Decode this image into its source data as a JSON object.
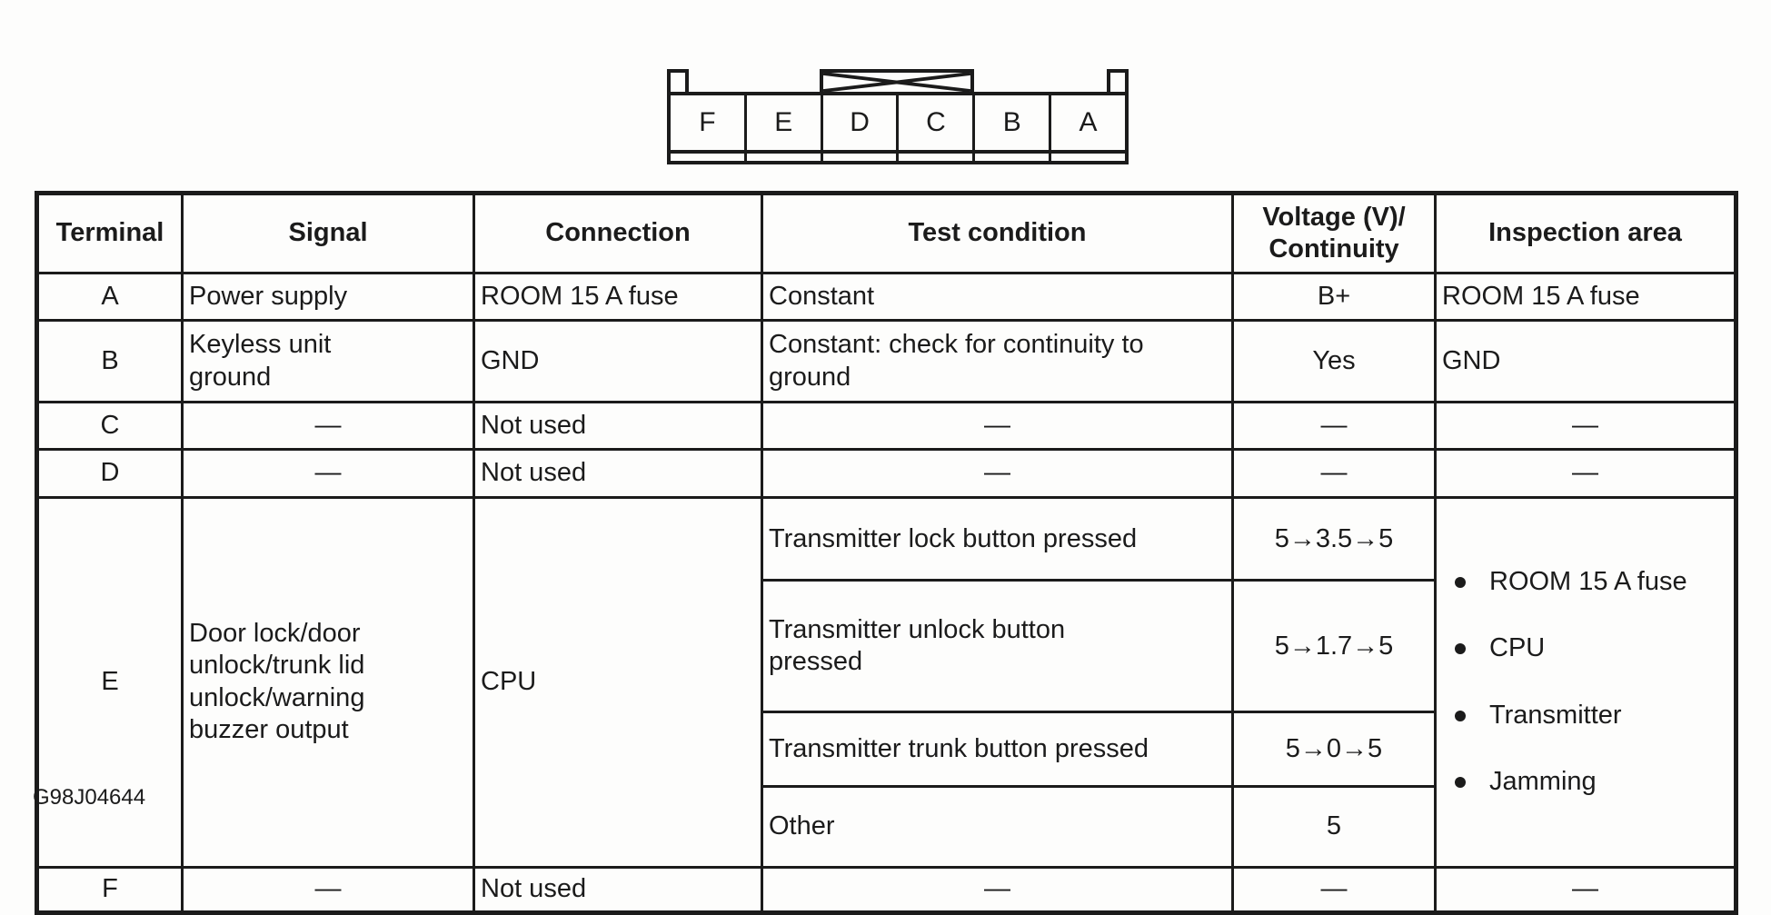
{
  "figure": {
    "code": "G98J04644"
  },
  "colors": {
    "ink": "#1b1b1b",
    "paper": "#fdfdfc"
  },
  "connector": {
    "terminals": [
      "F",
      "E",
      "D",
      "C",
      "B",
      "A"
    ]
  },
  "table": {
    "headers": {
      "terminal": "Terminal",
      "signal": "Signal",
      "connection": "Connection",
      "test_condition": "Test condition",
      "voltage": "Voltage (V)/\nContinuity",
      "inspection": "Inspection area"
    },
    "rows": [
      {
        "terminal": "A",
        "signal": "Power supply",
        "connection": "ROOM 15 A fuse",
        "test_condition": "Constant",
        "voltage": "B+",
        "inspection": "ROOM 15 A fuse"
      },
      {
        "terminal": "B",
        "signal": "Keyless unit\nground",
        "connection": "GND",
        "test_condition": "Constant: check for continuity to\nground",
        "voltage": "Yes",
        "inspection": "GND"
      },
      {
        "terminal": "C",
        "signal": "—",
        "connection": "Not used",
        "test_condition": "—",
        "voltage": "—",
        "inspection": "—"
      },
      {
        "terminal": "D",
        "signal": "—",
        "connection": "Not used",
        "test_condition": "—",
        "voltage": "—",
        "inspection": "—"
      },
      {
        "terminal": "E",
        "signal": "Door lock/door\nunlock/trunk lid\nunlock/warning\nbuzzer output",
        "connection": "CPU",
        "sub_rows": [
          {
            "test_condition": "Transmitter lock button pressed",
            "voltage": "5→3.5→5"
          },
          {
            "test_condition": "Transmitter unlock button\npressed",
            "voltage": "5→1.7→5"
          },
          {
            "test_condition": "Transmitter trunk button pressed",
            "voltage": "5→0→5"
          },
          {
            "test_condition": "Other",
            "voltage": "5"
          }
        ],
        "inspection_items": [
          "ROOM 15 A fuse",
          "CPU",
          "Transmitter",
          "Jamming"
        ]
      },
      {
        "terminal": "F",
        "signal": "—",
        "connection": "Not used",
        "test_condition": "—",
        "voltage": "—",
        "inspection": "—"
      }
    ]
  }
}
